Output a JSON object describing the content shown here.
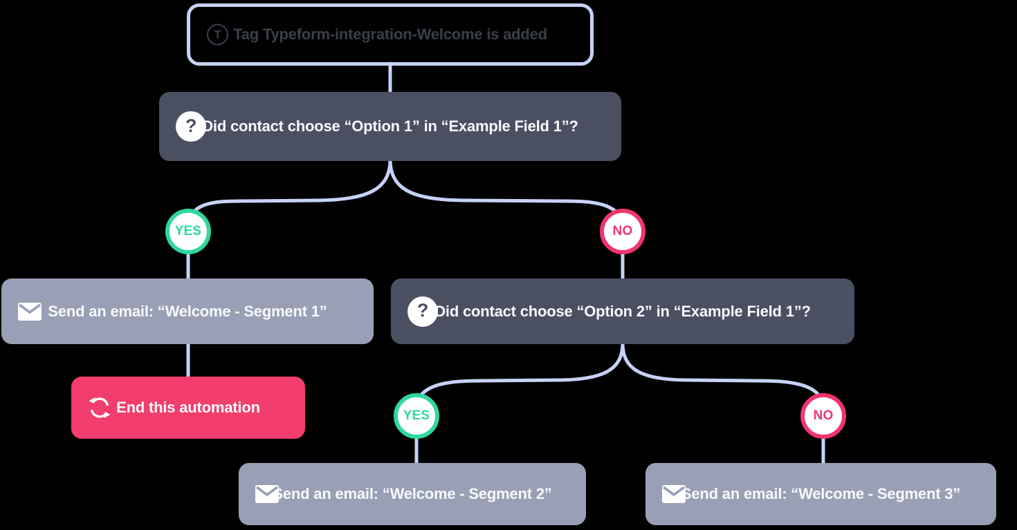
{
  "colors": {
    "background": "#000000",
    "connector": "#c6d2f7",
    "trigger-border": "#c6d2f7",
    "trigger-text": "#3a3f4b",
    "question-node": "#4a5062",
    "email-node": "#99a0b5",
    "end-node": "#f23e6c",
    "yes-green": "#2fd7a1",
    "no-pink": "#f2356f",
    "node-text": "#f8f9fc",
    "badge-bg": "#ffffff"
  },
  "flowchart": {
    "trigger": {
      "icon": "tag-icon",
      "icon_letter": "T",
      "label": "Tag Typeform-integration-Welcome is added"
    },
    "question1": {
      "icon": "question-icon",
      "icon_glyph": "?",
      "label": "Did contact choose “Option 1” in “Example Field 1”?"
    },
    "question2": {
      "icon": "question-icon",
      "icon_glyph": "?",
      "label": "Did contact choose “Option 2” in “Example Field 1”?"
    },
    "email1": {
      "icon": "envelope-icon",
      "label": "Send an email: “Welcome - Segment 1”"
    },
    "email2": {
      "icon": "envelope-icon",
      "label": "Send an email: “Welcome - Segment 2”"
    },
    "email3": {
      "icon": "envelope-icon",
      "label": "Send an email: “Welcome - Segment 3”"
    },
    "end1": {
      "icon": "refresh-icon",
      "label": "End this automation"
    },
    "badges": {
      "yes_label": "YES",
      "no_label": "NO"
    }
  }
}
